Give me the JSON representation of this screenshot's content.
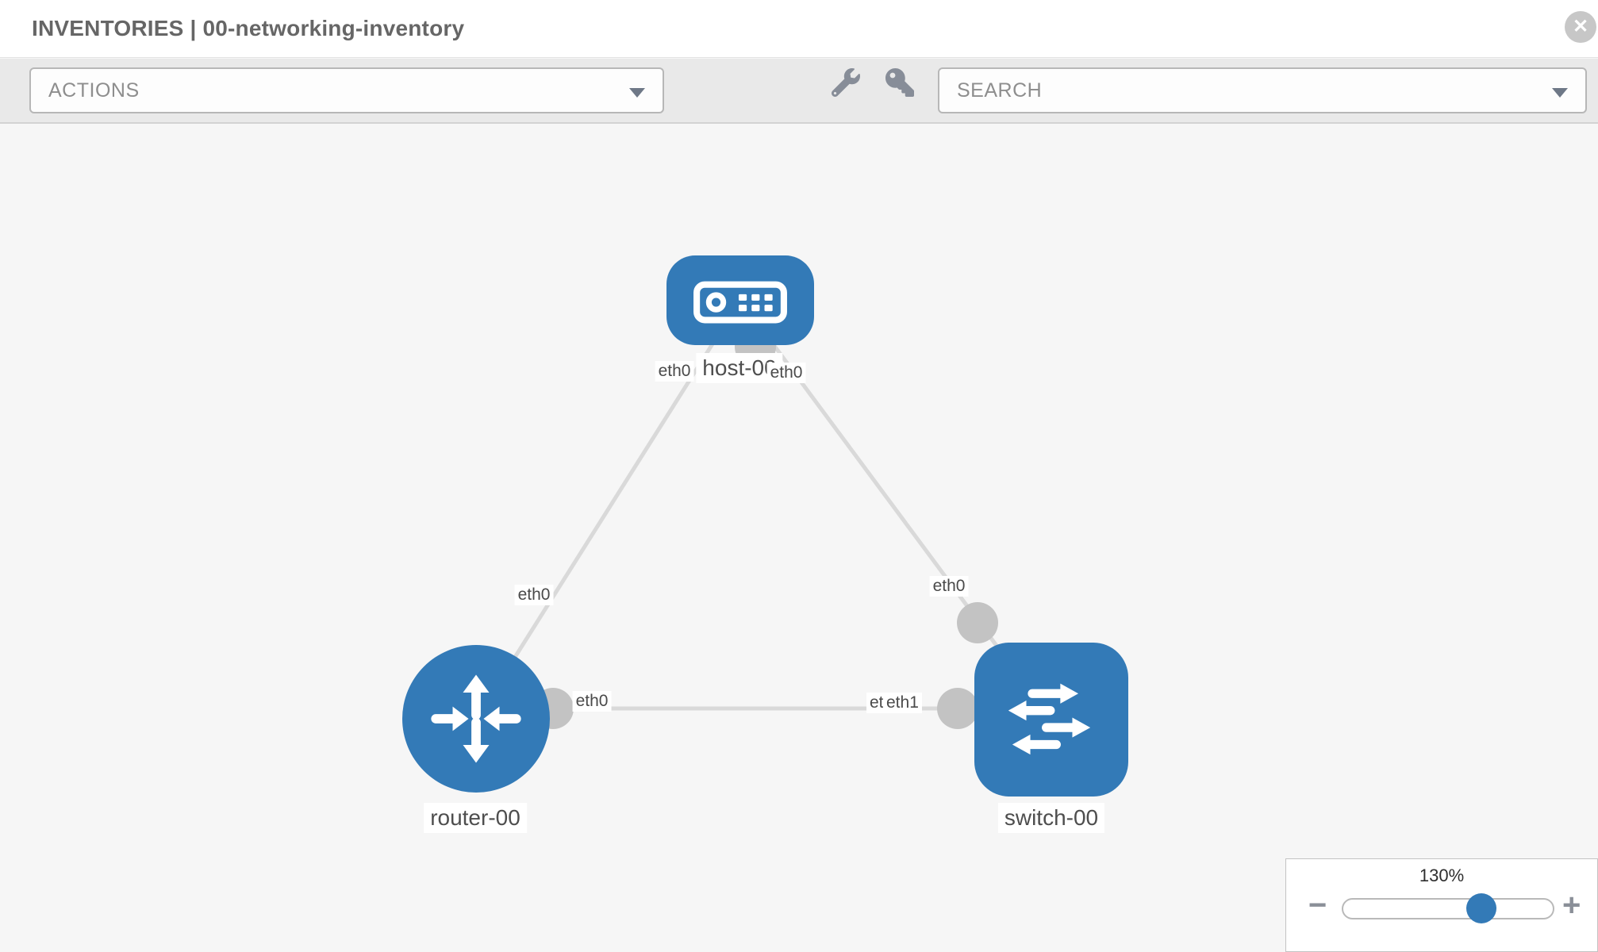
{
  "header": {
    "title": "INVENTORIES | 00-networking-inventory",
    "close_label": "✕"
  },
  "toolbar": {
    "actions_label": "ACTIONS",
    "search_placeholder": "SEARCH"
  },
  "topology": {
    "nodes": [
      {
        "id": "host-00",
        "type": "host",
        "label": "host-00"
      },
      {
        "id": "router-00",
        "type": "router",
        "label": "router-00"
      },
      {
        "id": "switch-00",
        "type": "switch",
        "label": "switch-00"
      }
    ],
    "links": [
      {
        "from": "router-00",
        "to": "host-00",
        "from_interface": "eth0",
        "to_interface": "eth0"
      },
      {
        "from": "switch-00",
        "to": "host-00",
        "from_interface": "eth0",
        "to_interface": "eth0"
      },
      {
        "from": "router-00",
        "to": "switch-00",
        "from_interface": "eth0",
        "to_interface": "eth1",
        "to_interface_back": "eth0"
      }
    ]
  },
  "zoom_control": {
    "value": "130%",
    "minus_label": "−",
    "plus_label": "+",
    "percent": 65
  },
  "colors": {
    "node_blue": "#337ab7",
    "link_gray": "#d9d9d9",
    "port_gray": "#c3c3c3",
    "icon_gray": "#878d98"
  }
}
